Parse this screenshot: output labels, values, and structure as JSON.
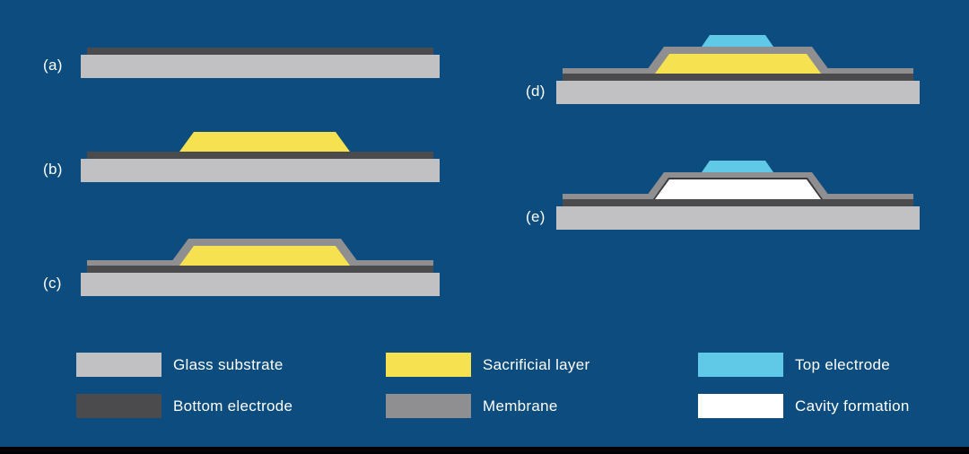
{
  "colors": {
    "background": "#0d4c7e",
    "footer_bar": "#000000",
    "glass_substrate": "#c1c1c3",
    "bottom_electrode": "#4b4b4d",
    "sacrificial_layer": "#f6e251",
    "membrane": "#8f8f91",
    "top_electrode": "#5fc9e7",
    "cavity": "#ffffff"
  },
  "steps": [
    {
      "label": "(a)"
    },
    {
      "label": "(b)"
    },
    {
      "label": "(c)"
    },
    {
      "label": "(d)"
    },
    {
      "label": "(e)"
    }
  ],
  "legend": [
    {
      "label": "Glass substrate"
    },
    {
      "label": "Bottom electrode"
    },
    {
      "label": "Sacrificial layer"
    },
    {
      "label": "Membrane"
    },
    {
      "label": "Top electrode"
    },
    {
      "label": "Cavity formation"
    }
  ]
}
